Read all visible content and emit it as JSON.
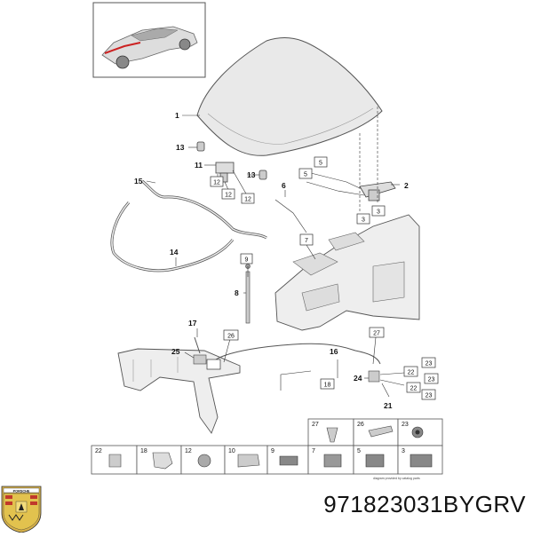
{
  "part_number": "971823031BYGRV",
  "callouts": {
    "c1": "1",
    "c2": "2",
    "c3": "3",
    "c5": "5",
    "c6": "6",
    "c7": "7",
    "c8": "8",
    "c9": "9",
    "c11": "11",
    "c12": "12",
    "c13": "13",
    "c14": "14",
    "c15": "15",
    "c16": "16",
    "c17": "17",
    "c18": "18",
    "c21": "21",
    "c22": "22",
    "c23": "23",
    "c24": "24",
    "c25": "25",
    "c26": "26",
    "c27": "27"
  },
  "legend": {
    "top_row": [
      "27",
      "26",
      "23"
    ],
    "bottom_row": [
      "22",
      "18",
      "12",
      "10",
      "9",
      "7",
      "5",
      "3"
    ],
    "footer_text": "diagram provided by catalog parts"
  },
  "logo": {
    "brand": "PORSCHE"
  }
}
